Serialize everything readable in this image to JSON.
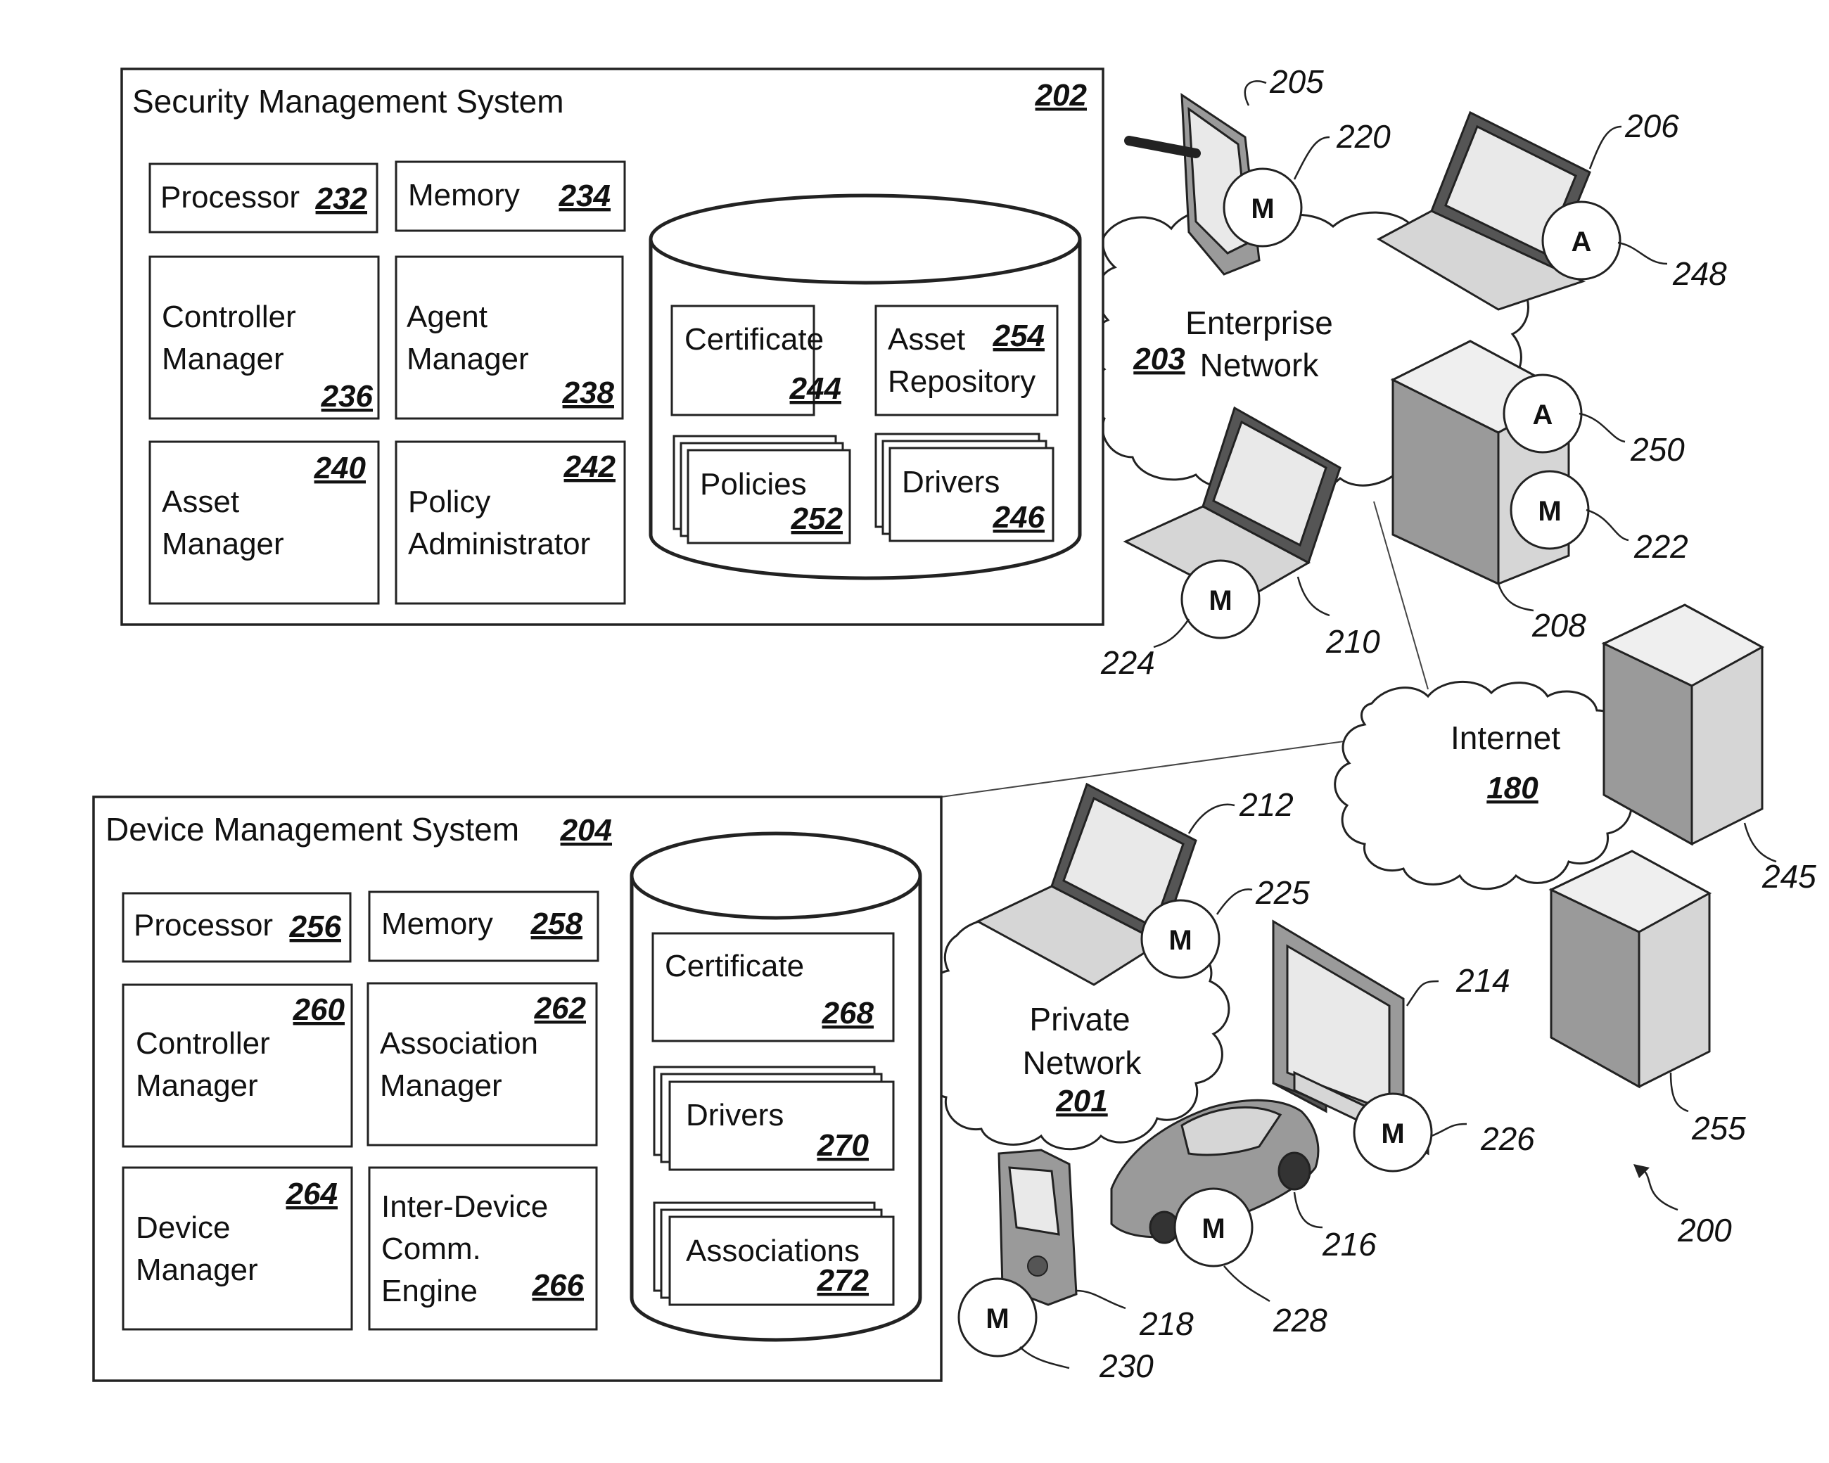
{
  "figure_number": "200",
  "security_system": {
    "title": "Security Management System",
    "ref": "202",
    "processor": {
      "label": "Processor",
      "ref": "232"
    },
    "memory": {
      "label": "Memory",
      "ref": "234"
    },
    "controller_manager": {
      "line1": "Controller",
      "line2": "Manager",
      "ref": "236"
    },
    "agent_manager": {
      "line1": "Agent",
      "line2": "Manager",
      "ref": "238"
    },
    "asset_manager": {
      "line1": "Asset",
      "line2": "Manager",
      "ref": "240"
    },
    "policy_admin": {
      "line1": "Policy",
      "line2": "Administrator",
      "ref": "242"
    },
    "db": {
      "certificate": {
        "label": "Certificate",
        "ref": "244"
      },
      "asset_repository": {
        "line1": "Asset",
        "line2": "Repository",
        "ref": "254"
      },
      "policies": {
        "label": "Policies",
        "ref": "252"
      },
      "drivers": {
        "label": "Drivers",
        "ref": "246"
      }
    }
  },
  "device_system": {
    "title": "Device Management System",
    "ref": "204",
    "processor": {
      "label": "Processor",
      "ref": "256"
    },
    "memory": {
      "label": "Memory",
      "ref": "258"
    },
    "controller_manager": {
      "line1": "Controller",
      "line2": "Manager",
      "ref": "260"
    },
    "association_manager": {
      "line1": "Association",
      "line2": "Manager",
      "ref": "262"
    },
    "device_manager": {
      "line1": "Device",
      "line2": "Manager",
      "ref": "264"
    },
    "inter_device": {
      "line1": "Inter-Device",
      "line2": "Comm.",
      "line3": "Engine",
      "ref": "266"
    },
    "db": {
      "certificate": {
        "label": "Certificate",
        "ref": "268"
      },
      "drivers": {
        "label": "Drivers",
        "ref": "270"
      },
      "associations": {
        "label": "Associations",
        "ref": "272"
      }
    }
  },
  "networks": {
    "enterprise": {
      "line1": "Enterprise",
      "line2": "Network",
      "ref": "203"
    },
    "private": {
      "line1": "Private",
      "line2": "Network",
      "ref": "201"
    },
    "internet": {
      "label": "Internet",
      "ref": "180"
    }
  },
  "badges": {
    "m": "M",
    "a": "A"
  },
  "labels": {
    "l205": "205",
    "l220": "220",
    "l206": "206",
    "l248": "248",
    "l250": "250",
    "l222": "222",
    "l208": "208",
    "l210": "210",
    "l224": "224",
    "l212": "212",
    "l225": "225",
    "l214": "214",
    "l226": "226",
    "l216": "216",
    "l228": "228",
    "l218": "218",
    "l230": "230",
    "l245": "245",
    "l255": "255"
  }
}
